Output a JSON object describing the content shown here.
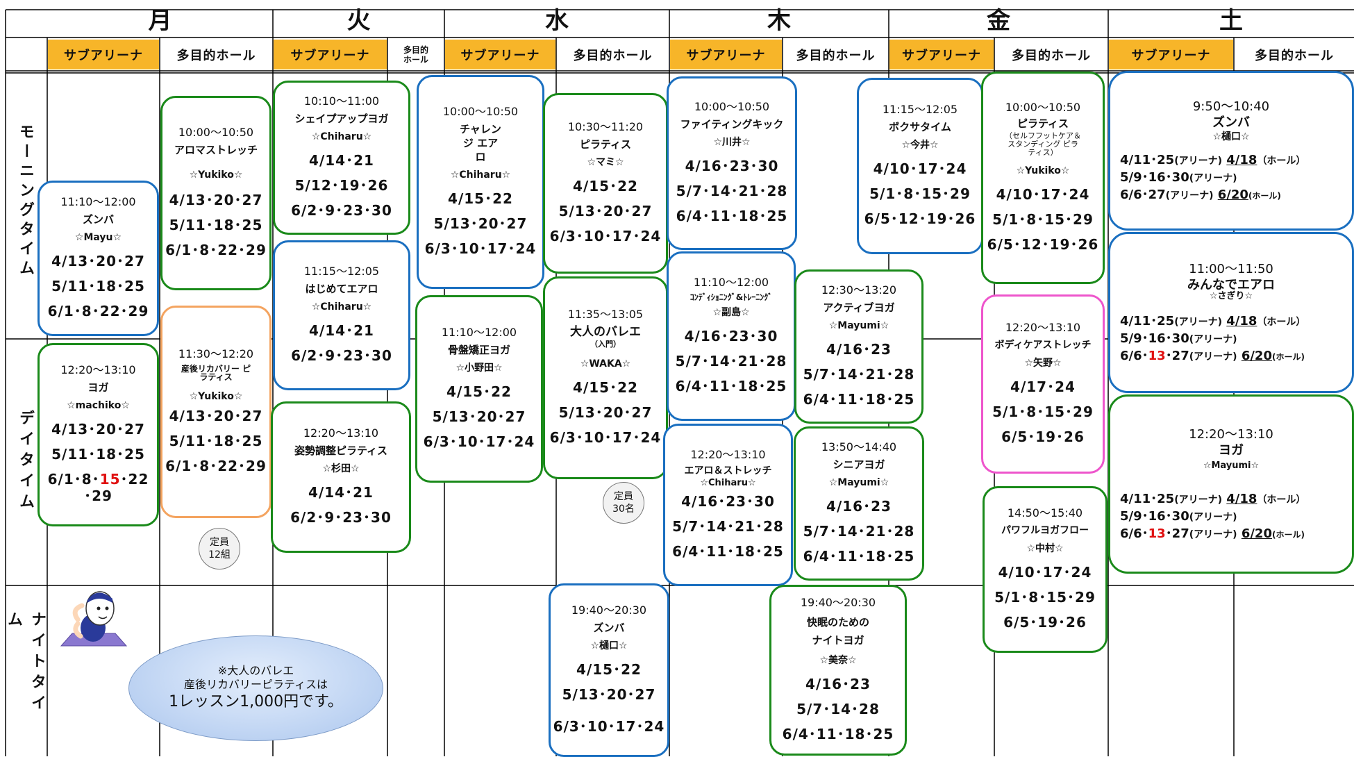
{
  "days": [
    "月",
    "火",
    "水",
    "木",
    "金",
    "土"
  ],
  "sub": {
    "arena": "サブアリーナ",
    "hall": "多目的ホール",
    "hall_tue": "多目的\nホール"
  },
  "periods": {
    "morning": "モーニングタイム",
    "day": "デイタイム",
    "night": "ナイトタイム"
  },
  "classes": [
    {
      "t": "11:10～12:00",
      "n": "ズンバ",
      "i": "☆Mayu☆",
      "d": [
        "4/13･20･27",
        "5/11･18･25",
        "6/1･8･22･29"
      ]
    },
    {
      "t": "10:00～10:50",
      "n": "アロマストレッチ",
      "i": "☆Yukiko☆",
      "d": [
        "4/13･20･27",
        "5/11･18･25",
        "6/1･8･22･29"
      ]
    },
    {
      "t": "12:20～13:10",
      "n": "ヨガ",
      "i": "☆machiko☆",
      "d": [
        "4/13･20･27",
        "5/11･18･25"
      ],
      "d_red": [
        "6/1･8･",
        "15",
        "･22",
        "･29"
      ]
    },
    {
      "t": "11:30～12:20",
      "n": "産後リカバリー ピラティス",
      "i": "☆Yukiko☆",
      "d": [
        "4/13･20･27",
        "5/11･18･25",
        "6/1･8･22･29"
      ]
    },
    {
      "t": "10:10～11:00",
      "n": "シェイプアップヨガ",
      "i": "☆Chiharu☆",
      "d": [
        "4/14･21",
        "5/12･19･26",
        "6/2･9･23･30"
      ]
    },
    {
      "t": "11:15～12:05",
      "n": "はじめてエアロ",
      "i": "☆Chiharu☆",
      "d": [
        "4/14･21",
        "6/2･9･23･30"
      ]
    },
    {
      "t": "12:20～13:10",
      "n": "姿勢調整ピラティス",
      "i": "☆杉田☆",
      "d": [
        "4/14･21",
        "6/2･9･23･30"
      ]
    },
    {
      "t": "10:00～10:50",
      "n": "チャレンジ エアロ",
      "i": "☆Chiharu☆",
      "d": [
        "4/15･22",
        "5/13･20･27",
        "6/3･10･17･24"
      ]
    },
    {
      "t": "11:10～12:00",
      "n": "骨盤矯正ヨガ",
      "i": "☆小野田☆",
      "d": [
        "4/15･22",
        "5/13･20･27",
        "6/3･10･17･24"
      ]
    },
    {
      "t": "10:30～11:20",
      "n": "ピラティス",
      "i": "☆マミ☆",
      "d": [
        "4/15･22",
        "5/13･20･27",
        "6/3･10･17･24"
      ]
    },
    {
      "t": "11:35～13:05",
      "n": "大人のバレエ",
      "ns": "（入門）",
      "i": "☆WAKA☆",
      "d": [
        "4/15･22",
        "5/13･20･27",
        "6/3･10･17･24"
      ]
    },
    {
      "t": "19:40～20:30",
      "n": "ズンバ",
      "i": "☆樋口☆",
      "d": [
        "4/15･22",
        "5/13･20･27",
        "6/3･10･17･24"
      ]
    },
    {
      "t": "10:00～10:50",
      "n": "ファイティングキック",
      "i": "☆川井☆",
      "d": [
        "4/16･23･30",
        "5/7･14･21･28",
        "6/4･11･18･25"
      ]
    },
    {
      "t": "11:10～12:00",
      "n": "ｺﾝﾃﾞｨｼｮﾆﾝｸﾞ&ﾄﾚｰﾆﾝｸﾞ",
      "i": "☆副島☆",
      "d": [
        "4/16･23･30",
        "5/7･14･21･28",
        "6/4･11･18･25"
      ]
    },
    {
      "t": "12:20～13:10",
      "n": "エアロ＆ストレッチ",
      "i": "☆Chiharu☆",
      "d": [
        "4/16･23･30",
        "5/7･14･21･28",
        "6/4･11･18･25"
      ]
    },
    {
      "t": "12:30～13:20",
      "n": "アクティブヨガ",
      "i": "☆Mayumi☆",
      "d": [
        "4/16･23",
        "5/7･14･21･28",
        "6/4･11･18･25"
      ]
    },
    {
      "t": "13:50～14:40",
      "n": "シニアヨガ",
      "i": "☆Mayumi☆",
      "d": [
        "4/16･23",
        "5/7･14･21･28",
        "6/4･11･18･25"
      ]
    },
    {
      "t": "19:40～20:30",
      "n": "快眠のための ナイトヨガ",
      "i": "☆美奈☆",
      "d": [
        "4/16･23",
        "5/7･14･28",
        "6/4･11･18･25"
      ]
    },
    {
      "t": "11:15～12:05",
      "n": "ボクサタイム",
      "i": "☆今井☆",
      "d": [
        "4/10･17･24",
        "5/1･8･15･29",
        "6/5･12･19･26"
      ]
    },
    {
      "t": "10:00～10:50",
      "n": "ピラティス",
      "ns": "（セルフフットケア＆ スタンディング ピラティス）",
      "i": "☆Yukiko☆",
      "d": [
        "4/10･17･24",
        "5/1･8･15･29",
        "6/5･12･19･26"
      ]
    },
    {
      "t": "12:20～13:10",
      "n": "ボディケアストレッチ",
      "i": "☆矢野☆",
      "d": [
        "4/17･24",
        "5/1･8･15･29",
        "6/5･19･26"
      ]
    },
    {
      "t": "14:50～15:40",
      "n": "パワフルヨガフロー",
      "i": "☆中村☆",
      "d": [
        "4/10･17･24",
        "5/1･8･15･29",
        "6/5･19･26"
      ]
    }
  ],
  "saturday": [
    {
      "t": "9:50～10:40",
      "n": "ズンバ",
      "i": "☆樋口☆",
      "l1a": "4/11･25",
      "l1b": "(アリーナ)",
      "l1c": "4/18",
      "l1d": "（ホール）",
      "l2a": "5/9･16･30",
      "l2b": "(アリーナ)",
      "l3a": "6/6･27",
      "l3b": "(アリーナ)",
      "l3c": "6/20",
      "l3d": "(ホール)"
    },
    {
      "t": "11:00～11:50",
      "n": "みんなでエアロ",
      "i": "☆さぎり☆",
      "l1a": "4/11･25",
      "l1b": "(アリーナ)",
      "l1c": "4/18",
      "l1d": "（ホール）",
      "l2a": "5/9･16･30",
      "l2b": "(アリーナ)",
      "l3a": "6/6･",
      "l3r": "13",
      "l3a2": "･27",
      "l3b": "(アリーナ)",
      "l3c": "6/20",
      "l3d": "(ホール)"
    },
    {
      "t": "12:20～13:10",
      "n": "ヨガ",
      "i": "☆Mayumi☆",
      "l1a": "4/11･25",
      "l1b": "(アリーナ)",
      "l1c": "4/18",
      "l1d": "（ホール）",
      "l2a": "5/9･16･30",
      "l2b": "(アリーナ)",
      "l3a": "6/6･",
      "l3r": "13",
      "l3a2": "･27",
      "l3b": "(アリーナ)",
      "l3c": "6/20",
      "l3d": "(ホール)"
    }
  ],
  "capacity": [
    {
      "a": "定員",
      "b": "12組"
    },
    {
      "a": "定員",
      "b": "30名"
    }
  ],
  "note": {
    "l1": "※大人のバレエ",
    "l2": "産後リカバリーピラティスは",
    "l3": "1レッスン1,000円です。"
  },
  "colors": {
    "arena_bg": "#f7b529",
    "green": "#1a8a1a",
    "blue": "#1a6fc0",
    "orange": "#f4a460",
    "pink": "#ee55cc",
    "red": "#e01010"
  }
}
